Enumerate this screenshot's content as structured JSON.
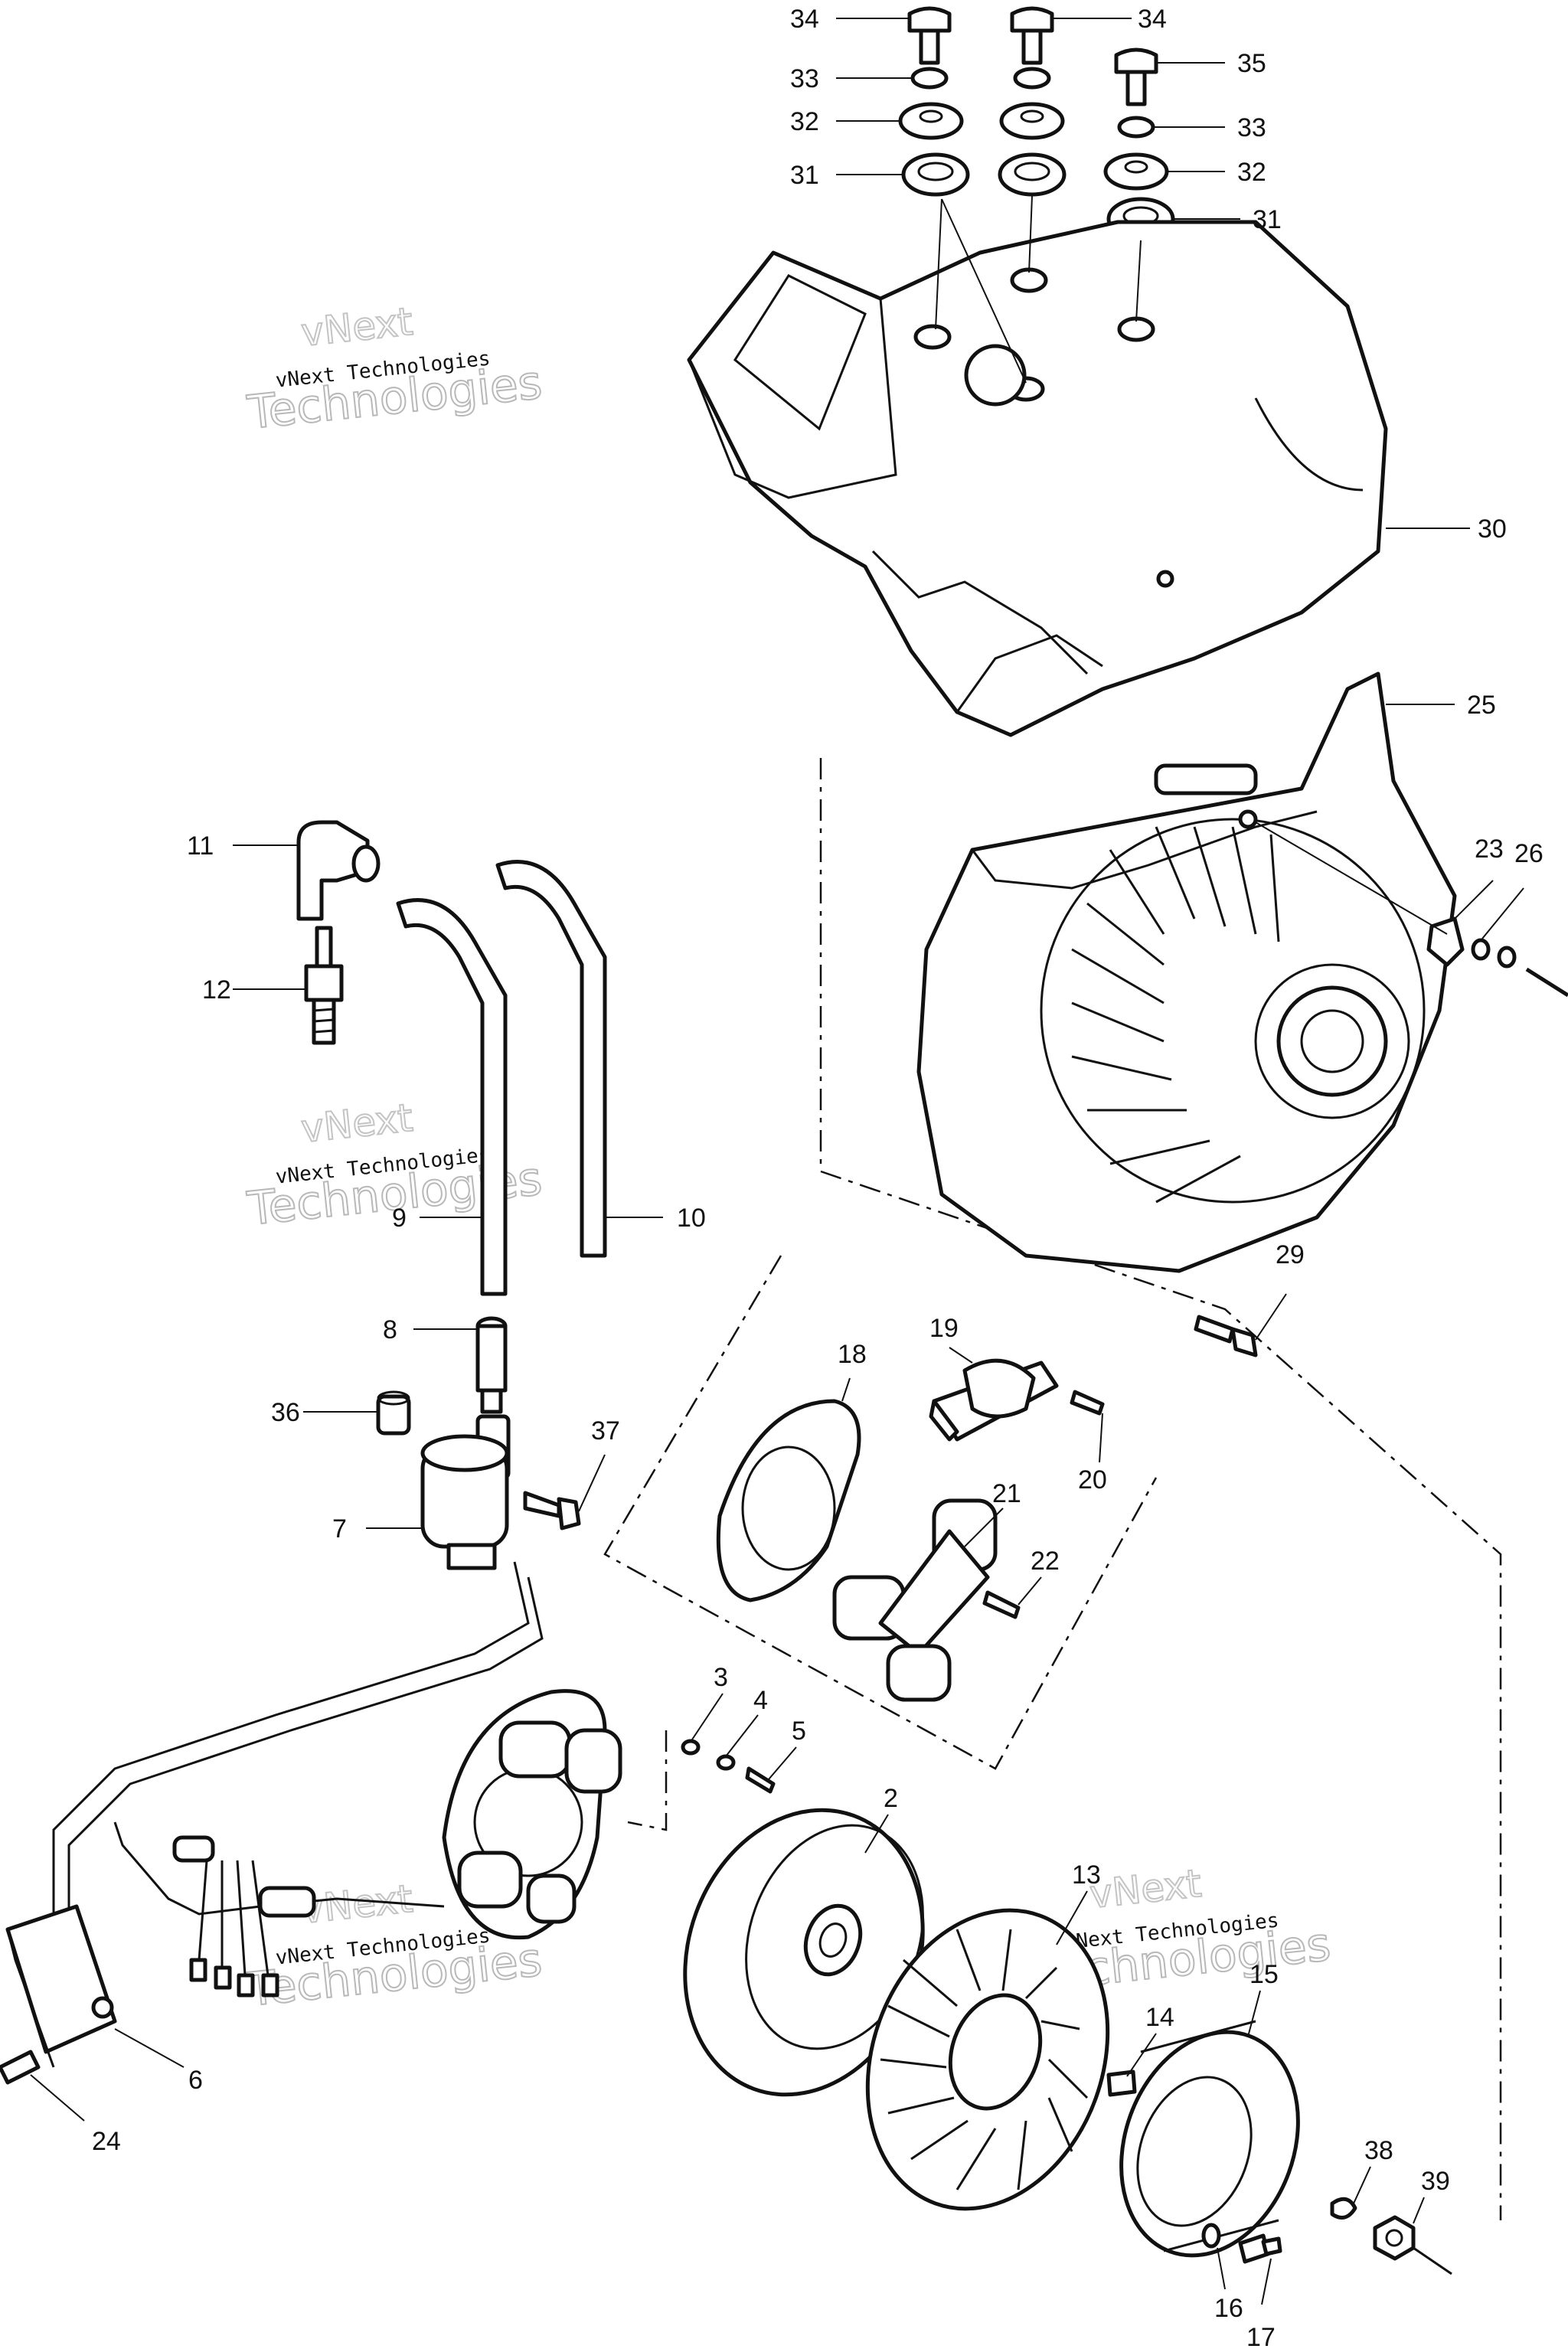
{
  "diagram": {
    "callouts": [
      "34",
      "34",
      "35",
      "33",
      "33",
      "32",
      "32",
      "33",
      "31",
      "31",
      "32",
      "31",
      "30",
      "25",
      "23",
      "26",
      "11",
      "12",
      "9",
      "10",
      "29",
      "18",
      "19",
      "8",
      "36",
      "37",
      "7",
      "20",
      "21",
      "22",
      "3",
      "4",
      "5",
      "2",
      "13",
      "6",
      "14",
      "15",
      "24",
      "38",
      "39",
      "16",
      "17"
    ],
    "watermark": {
      "line1": "vNext Technologies",
      "line2": "Technologies",
      "line0": "vNext"
    }
  }
}
